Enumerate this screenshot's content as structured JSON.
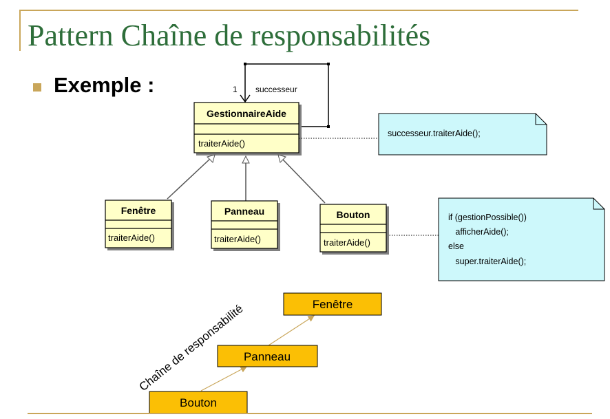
{
  "slide": {
    "title": "Pattern Chaîne de responsabilités",
    "subtitle": "Exemple :"
  },
  "uml": {
    "base_class": {
      "name": "GestionnaireAide",
      "operation": "traiterAide()"
    },
    "association": {
      "multiplicity": "1",
      "role": "successeur"
    },
    "subclasses": [
      {
        "name": "Fenêtre",
        "operation": "traiterAide()"
      },
      {
        "name": "Panneau",
        "operation": "traiterAide()"
      },
      {
        "name": "Bouton",
        "operation": "traiterAide()"
      }
    ],
    "notes": {
      "base_note": [
        "successeur.traiterAide();"
      ],
      "bouton_note": [
        "if (gestionPossible())",
        "   afficherAide();",
        "else",
        "   super.traiterAide();"
      ]
    }
  },
  "chain": {
    "label": "Chaîne de responsabilité",
    "nodes": [
      "Fenêtre",
      "Panneau",
      "Bouton"
    ]
  },
  "colors": {
    "title": "#2e6e3a",
    "rule": "#c9a65a",
    "class_fill": "#ffffc8",
    "note_fill": "#cdf8fb",
    "chain_fill": "#fbbf05",
    "arrow": "#c9a65a"
  }
}
